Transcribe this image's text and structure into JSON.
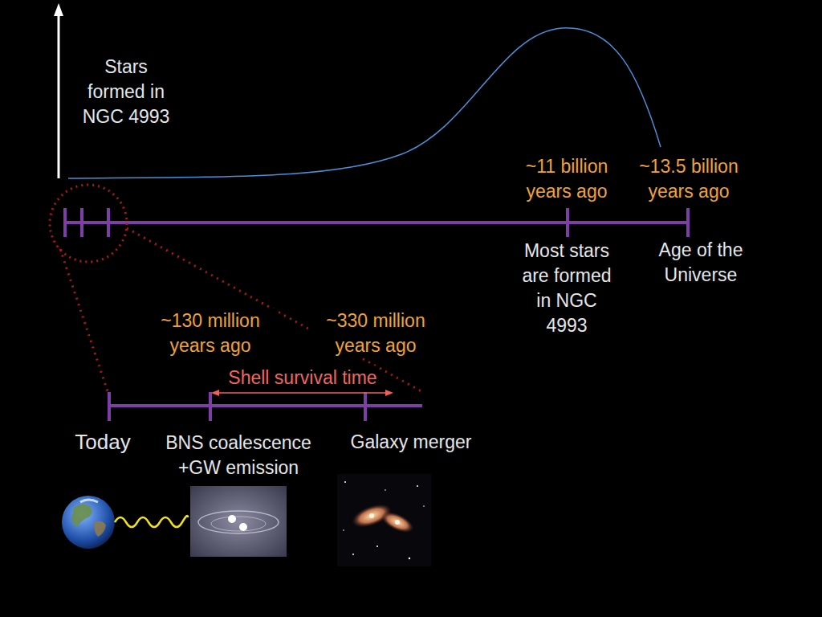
{
  "diagram": {
    "labels": [
      "Stars formed in NGC 4993",
      "~11 billion years ago",
      "~13.5 billion years ago",
      "Most stars are formed in NGC 4993",
      "Age of the Universe",
      "~130 million years ago",
      "~330 million years ago",
      "Shell survival time",
      "Today",
      "BNS coalescence +GW emission",
      "Galaxy merger"
    ]
  }
}
